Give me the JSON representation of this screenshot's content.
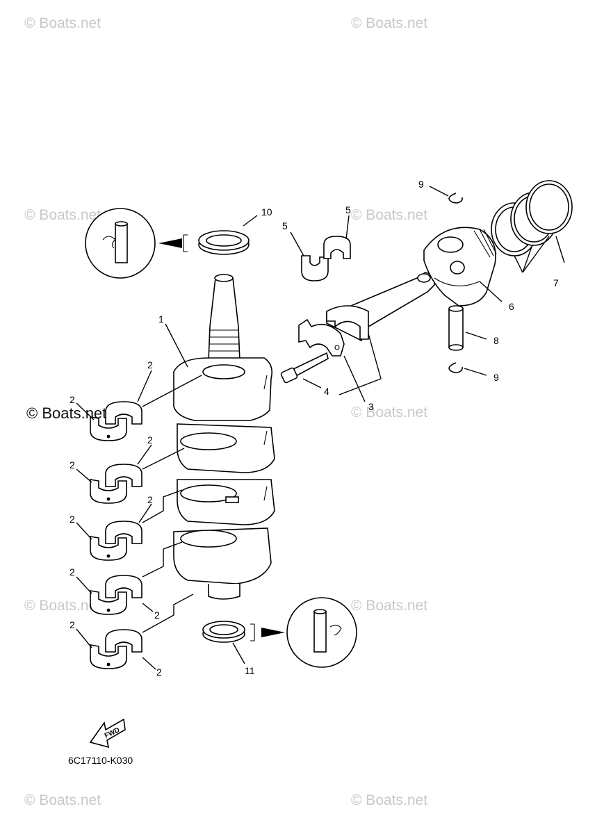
{
  "watermark": "© Boats.net",
  "diagram_code": "6C17110-K030",
  "fwd_label": "FWD",
  "callouts": {
    "c1": "1",
    "c2": "2",
    "c3": "3",
    "c4": "4",
    "c5": "5",
    "c6": "6",
    "c7": "7",
    "c8": "8",
    "c9": "9",
    "c10": "10",
    "c11": "11"
  },
  "icons": [
    "oil-seal-lip-icon",
    "fwd-arrow-icon"
  ]
}
